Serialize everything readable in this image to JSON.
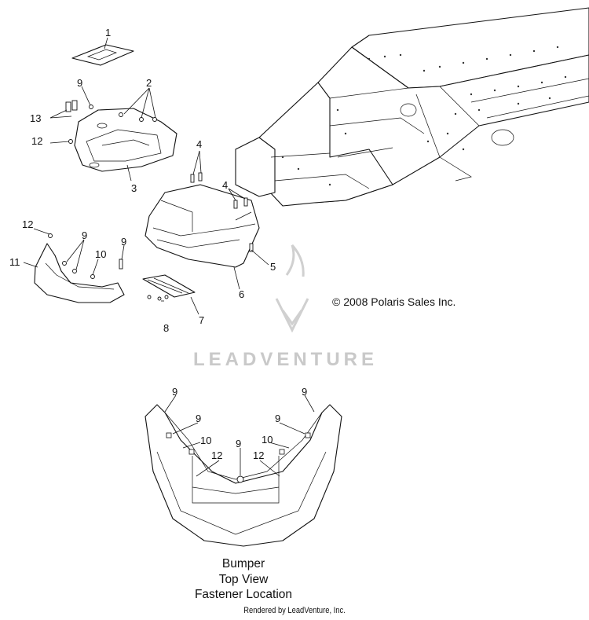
{
  "copyright": "© 2008 Polaris Sales Inc.",
  "watermark": "LEADVENTURE",
  "caption": {
    "line1": "Bumper",
    "line2": "Top View",
    "line3": "Fastener Location"
  },
  "footer": "Rendered by LeadVenture, Inc.",
  "callouts": {
    "c1": "1",
    "c2": "2",
    "c3": "3",
    "c4a": "4",
    "c4b": "4",
    "c5": "5",
    "c6": "6",
    "c7": "7",
    "c8": "8",
    "c9a": "9",
    "c9b": "9",
    "c9c": "9",
    "c10a": "10",
    "c11": "11",
    "c12a": "12",
    "c12b": "12",
    "c13": "13",
    "t9a": "9",
    "t9b": "9",
    "t9c": "9",
    "t9d": "9",
    "t9e": "9",
    "t10a": "10",
    "t10b": "10",
    "t12a": "12",
    "t12b": "12"
  },
  "colors": {
    "line": "#111111",
    "watermark": "#c9c9c9"
  }
}
